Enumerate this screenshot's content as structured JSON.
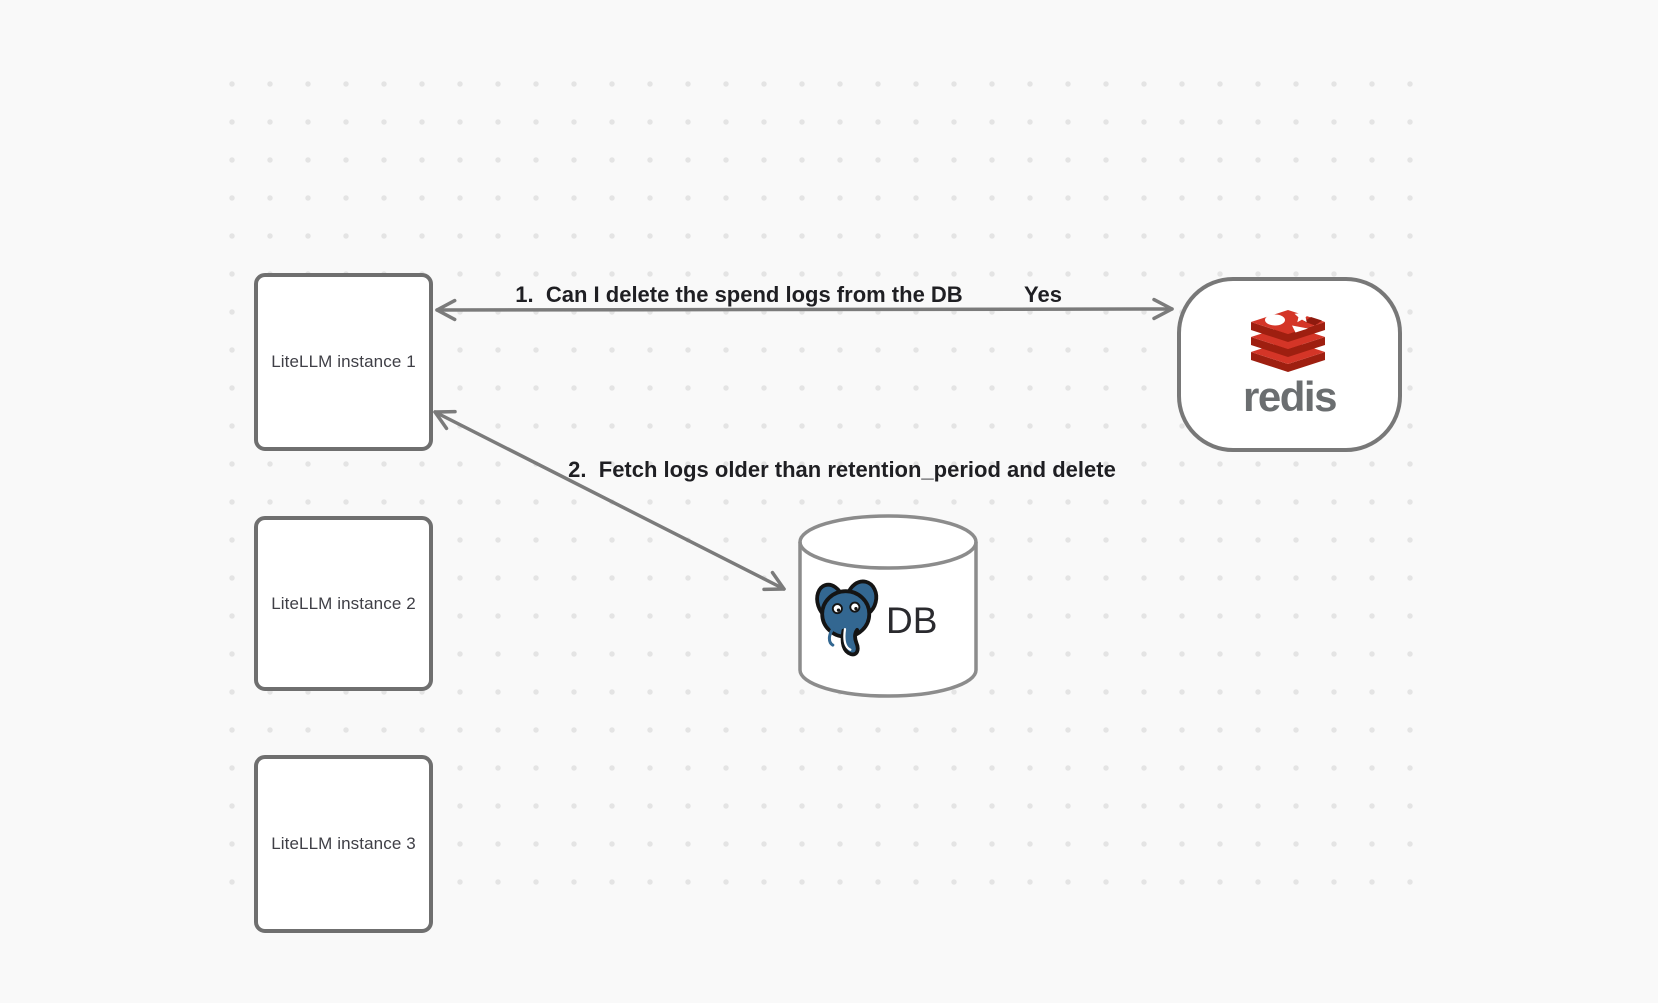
{
  "canvas": {
    "background_color": "#f9f9f9",
    "dot_color": "#e4e4e4",
    "stroke_color": "#7b7b7b"
  },
  "nodes": {
    "instances": [
      {
        "label": "LiteLLM instance 1"
      },
      {
        "label": "LiteLLM instance 2"
      },
      {
        "label": "LiteLLM instance 3"
      }
    ],
    "redis": {
      "wordmark": "redis",
      "logo_icon": "redis-stack-logo",
      "brand_red": "#d43527",
      "brand_red_dark": "#9e1f10",
      "wordmark_color": "#6b6e70"
    },
    "db": {
      "label": "DB",
      "shape_icon": "database-cylinder",
      "logo_icon": "postgresql-elephant",
      "postgres_blue": "#336791"
    }
  },
  "arrows": {
    "arrow1": {
      "label": "1.  Can I delete the spend logs from the DB",
      "response": "Yes",
      "from": "LiteLLM instance 1",
      "to": "redis",
      "style": "double-headed"
    },
    "arrow2": {
      "label": "2.  Fetch logs older than retention_period and delete",
      "from": "LiteLLM instance 1",
      "to": "DB",
      "style": "double-headed"
    }
  }
}
